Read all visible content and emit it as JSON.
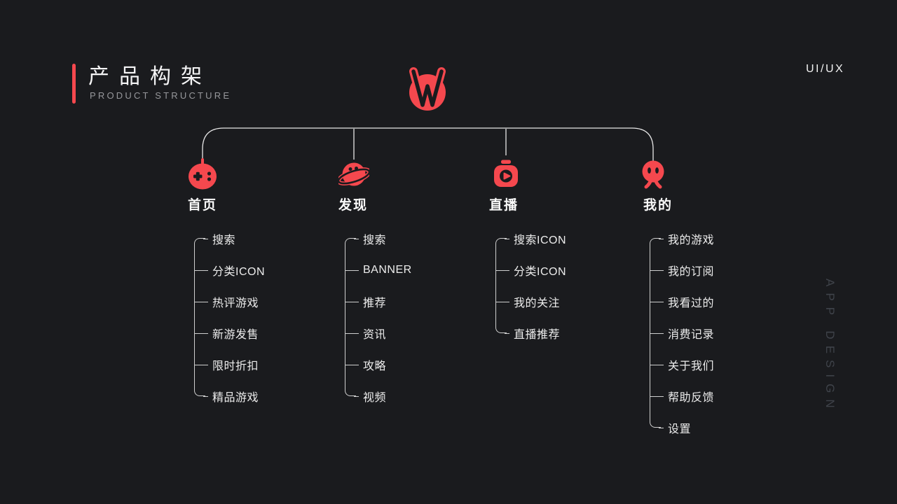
{
  "header": {
    "title": "产品构架",
    "subtitle": "PRODUCT STRUCTURE",
    "corner_tag": "UI/UX"
  },
  "logo": {
    "letter": "W"
  },
  "side_tag": "APP DESIGN",
  "colors": {
    "background": "#1a1b1e",
    "accent_red": "#f5484e",
    "tree_line": "#e8e8e8",
    "bracket_line": "#cfcfcf",
    "text_primary": "#f4f4f5",
    "text_muted": "#97989c",
    "side_tag_text": "#3f434a"
  },
  "columns": [
    {
      "label": "首页",
      "icon": "gamepad-icon",
      "items": [
        "搜索",
        "分类ICON",
        "热评游戏",
        "新游发售",
        "限时折扣",
        "精品游戏"
      ]
    },
    {
      "label": "发现",
      "icon": "planet-icon",
      "items": [
        "搜索",
        "BANNER",
        "推荐",
        "资讯",
        "攻略",
        "视频"
      ]
    },
    {
      "label": "直播",
      "icon": "live-tv-icon",
      "items": [
        "搜索ICON",
        "分类ICON",
        "我的关注",
        "直播推荐"
      ]
    },
    {
      "label": "我的",
      "icon": "profile-icon",
      "items": [
        "我的游戏",
        "我的订阅",
        "我看过的",
        "消费记录",
        "关于我们",
        "帮助反馈",
        "设置"
      ]
    }
  ]
}
